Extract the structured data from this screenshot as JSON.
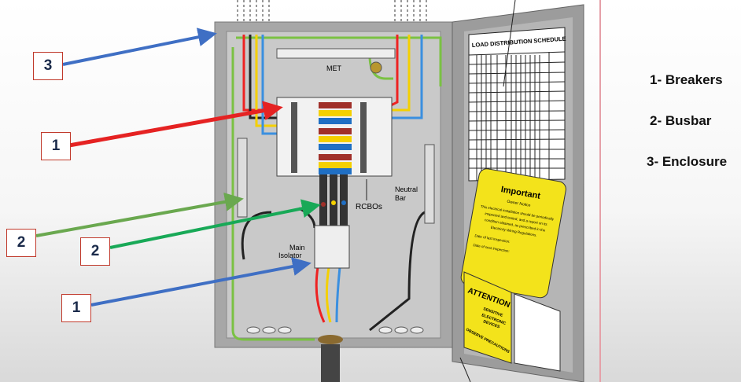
{
  "legend": {
    "items": [
      "1-  Breakers",
      "2-  Busbar",
      "3- Enclosure"
    ]
  },
  "callouts": [
    "3",
    "1",
    "2",
    "2",
    "1"
  ],
  "panel_labels": {
    "met": "MET",
    "rcbos": "RCBOs",
    "neutral_bar_line1": "Neutral",
    "neutral_bar_line2": "Bar",
    "main_isolator_line1": "Main",
    "main_isolator_line2": "Isolator"
  },
  "door": {
    "schedule_title": "LOAD DISTRIBUTION SCHEDULE",
    "important_title": "Important",
    "important_subtitle": "Owner Notice",
    "important_body": [
      "This electrical installation should be periodically",
      "inspected and tested, and a report on its",
      "condition obtained, as prescribed in the",
      "Electricity Wiring Regulations.",
      "Date of last inspection:",
      "Date of next inspection:"
    ],
    "attention_title": "ATTENTION",
    "attention_body": [
      "SENSITIVE",
      "ELECTRONIC",
      "DEVICES",
      "OBSERVE PRECAUTIONS"
    ]
  },
  "colors": {
    "arrow_blue": "#3f6fc4",
    "arrow_red": "#e52222",
    "arrow_green": "#6aa84f",
    "arrow_green2": "#18a957",
    "callout_border": "#c0392b",
    "enclosure": "#a9a9a9",
    "sign_yellow": "#f3e31b"
  }
}
